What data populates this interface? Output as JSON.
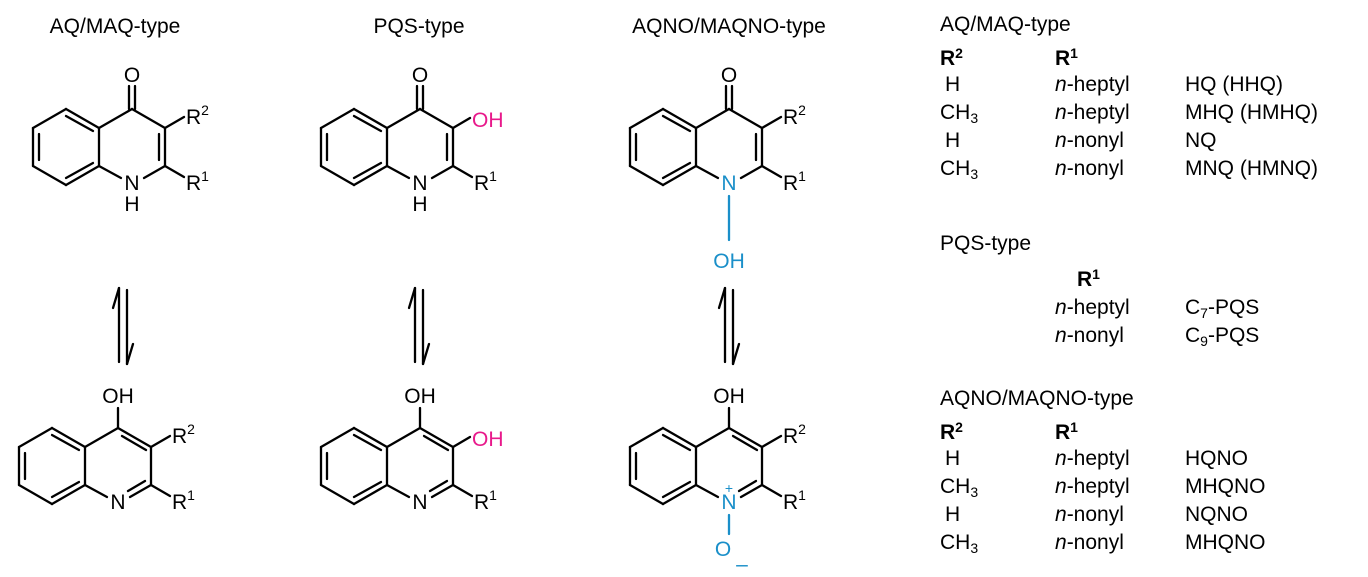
{
  "titles": {
    "col1": "AQ/MAQ-type",
    "col2": "PQS-type",
    "col3": "AQNO/MAQNO-type"
  },
  "atoms": {
    "O": "O",
    "OH": "OH",
    "N": "N",
    "NH": "N",
    "H": "H",
    "R": "R",
    "plus": "+",
    "minus": "–"
  },
  "legend": {
    "aq": {
      "title": "AQ/MAQ-type",
      "col_r2": "R",
      "col_r1": "R",
      "rows": [
        {
          "r2": "H",
          "r1_prefix": "n",
          "r1": "-heptyl",
          "name": "HQ (HHQ)"
        },
        {
          "r2": "CH",
          "r2_sub": "3",
          "r1_prefix": "n",
          "r1": "-heptyl",
          "name": "MHQ (HMHQ)"
        },
        {
          "r2": "H",
          "r1_prefix": "n",
          "r1": "-nonyl",
          "name": "NQ"
        },
        {
          "r2": "CH",
          "r2_sub": "3",
          "r1_prefix": "n",
          "r1": "-nonyl",
          "name": "MNQ (HMNQ)"
        }
      ]
    },
    "pqs": {
      "title": "PQS-type",
      "col_r1": "R",
      "rows": [
        {
          "r1_prefix": "n",
          "r1": "-heptyl",
          "name_a": "C",
          "name_sub": "7",
          "name_b": "-PQS"
        },
        {
          "r1_prefix": "n",
          "r1": "-nonyl",
          "name_a": "C",
          "name_sub": "9",
          "name_b": "-PQS"
        }
      ]
    },
    "aqno": {
      "title": "AQNO/MAQNO-type",
      "col_r2": "R",
      "col_r1": "R",
      "rows": [
        {
          "r2": "H",
          "r1_prefix": "n",
          "r1": "-heptyl",
          "name": "HQNO"
        },
        {
          "r2": "CH",
          "r2_sub": "3",
          "r1_prefix": "n",
          "r1": "-heptyl",
          "name": "MHQNO"
        },
        {
          "r2": "H",
          "r1_prefix": "n",
          "r1": "-nonyl",
          "name": "NQNO"
        },
        {
          "r2": "CH",
          "r2_sub": "3",
          "r1_prefix": "n",
          "r1": "-nonyl",
          "name": "MHQNO"
        }
      ]
    }
  },
  "colors": {
    "hydroxyl_highlight": "#e8198b",
    "n_oxide_highlight": "#1a8fc9"
  }
}
